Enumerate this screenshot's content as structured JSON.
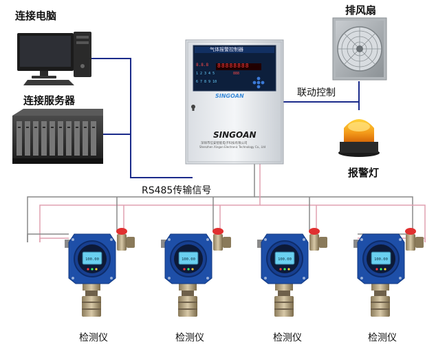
{
  "labels": {
    "computer": "连接电脑",
    "server": "连接服务器",
    "fan": "排风扇",
    "linkage": "联动控制",
    "alarm_light": "报警灯",
    "rs485": "RS485传输信号",
    "detector": "检测仪"
  },
  "controller": {
    "title": "气体报警控制器",
    "brand": "SINGOAN",
    "brand_small": "SINGOAN",
    "company": "深圳市信安智能电子科技有限公司",
    "company_en": "Shenzhen Xingan Electronic Technology Co., Ltd",
    "display_digits": "88888888",
    "small_digits_a": "8.8.8",
    "small_digits_b": "888",
    "status_a": "1 2 3 4 5",
    "status_b": "6 7 8 9 10"
  },
  "detectors": [
    {
      "reading": "100.00"
    },
    {
      "reading": "100.00"
    },
    {
      "reading": "100.00"
    },
    {
      "reading": "100.00"
    }
  ],
  "colors": {
    "bus_blue": "#1a2a8a",
    "bus_pink": "#e0a0b0",
    "bus_gray": "#888888",
    "detector_blue": "#1e4fa8",
    "alarm_orange": "#f39a1a"
  }
}
